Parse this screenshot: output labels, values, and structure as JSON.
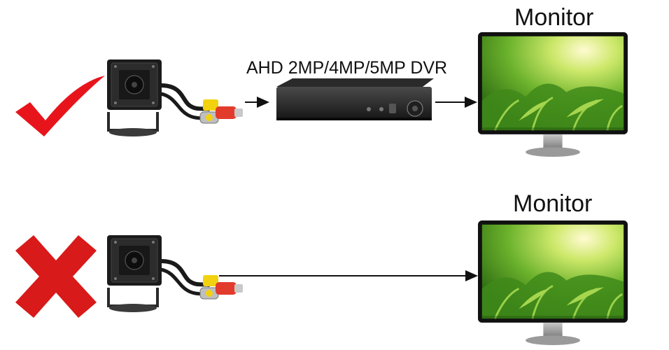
{
  "top_row": {
    "status": "supported",
    "dvr_label": "AHD 2MP/4MP/5MP DVR",
    "monitor_label": "Monitor"
  },
  "bottom_row": {
    "status": "not-supported",
    "monitor_label": "Monitor"
  },
  "icons": {
    "check": "check-mark-icon",
    "cross": "cross-mark-icon",
    "camera": "pinhole-camera-icon",
    "dvr": "dvr-recorder-icon",
    "monitor": "monitor-icon"
  },
  "colors": {
    "check": "#e8141c",
    "cross": "#d81a1a",
    "screen_green": "#6fb52a",
    "rca_yellow": "#f2d20f",
    "rca_red": "#e23b2c"
  }
}
